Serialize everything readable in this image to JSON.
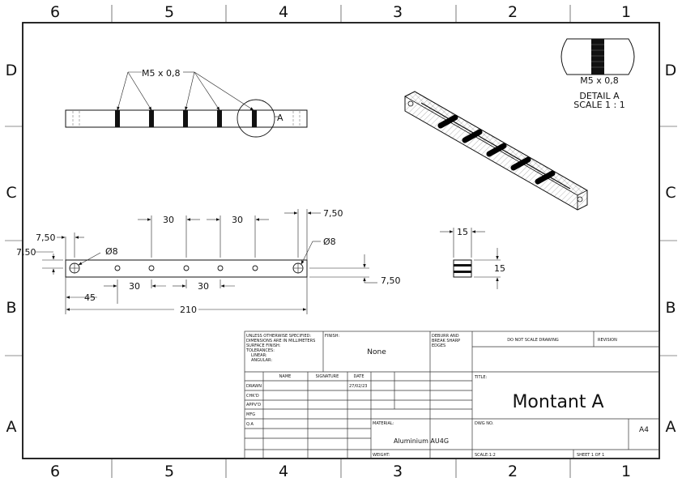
{
  "zones": {
    "columns": [
      "6",
      "5",
      "4",
      "3",
      "2",
      "1"
    ],
    "rows": [
      "D",
      "C",
      "B",
      "A"
    ]
  },
  "views": {
    "front": {
      "thread_callout": "M5 x 0,8",
      "detail_marker": "A"
    },
    "detail": {
      "thread_label": "M5 x 0,8",
      "title": "DETAIL A",
      "scale": "SCALE 1 : 1"
    },
    "top": {
      "dims": {
        "edge_x": "7,50",
        "edge_y": "7,50",
        "hole_dia_left": "Ø8",
        "pitch_top_a": "30",
        "pitch_top_b": "30",
        "pitch_bot_a": "30",
        "pitch_bot_b": "30",
        "first_offset": "45",
        "overall": "210",
        "right_edge_x": "7,50",
        "hole_dia_right": "Ø8",
        "right_edge_y": "7,50"
      }
    },
    "section": {
      "width": "15",
      "height": "15"
    }
  },
  "title_block": {
    "general_notes": [
      "UNLESS OTHERWISE SPECIFIED:",
      "DIMENSIONS ARE IN MILLIMETERS",
      "SURFACE FINISH:",
      "TOLERANCES:",
      "LINEAR:",
      "ANGULAR:"
    ],
    "finish_label": "FINISH:",
    "finish_value": "None",
    "deburr": [
      "DEBURR AND",
      "BREAK SHARP",
      "EDGES"
    ],
    "dont_scale": "DO NOT SCALE DRAWING",
    "revision_label": "REVISION",
    "columns": {
      "name": "NAME",
      "signature": "SIGNATURE",
      "date": "DATE"
    },
    "rows": {
      "drawn": "DRAWN",
      "chkd": "CHK'D",
      "appvd": "APPV'D",
      "mfg": "MFG",
      "qa": "Q.A"
    },
    "drawn_date": "27/02/23",
    "title_label": "TITLE:",
    "title_value": "Montant A",
    "material_label": "MATERIAL:",
    "material_value": "Aluminium AU4G",
    "dwg_no_label": "DWG NO.",
    "size": "A4",
    "weight_label": "WEIGHT:",
    "scale": "SCALE:1:2",
    "sheet": "SHEET 1 OF 1"
  }
}
